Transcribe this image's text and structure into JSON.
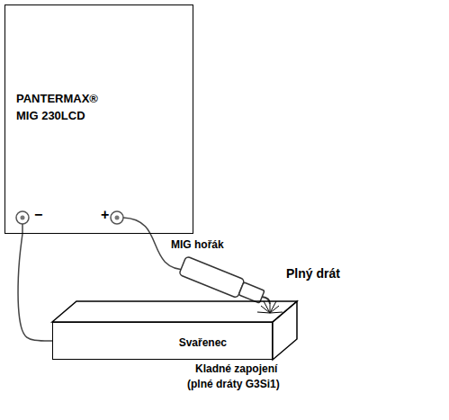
{
  "diagram": {
    "nodes": [
      {
        "text": [
          "PANTERMAX® MIG 230LCD"
        ]
      },
      {
        "text": [
          "Svařenec"
        ]
      }
    ],
    "edges": [
      {
        "from": 0,
        "to": 1,
        "arrow": "none"
      }
    ],
    "labels": [
      "−",
      "+",
      "MIG hořák",
      "Plný drát",
      "Kladné zapojení",
      "(plné dráty G3Si1)"
    ]
  }
}
